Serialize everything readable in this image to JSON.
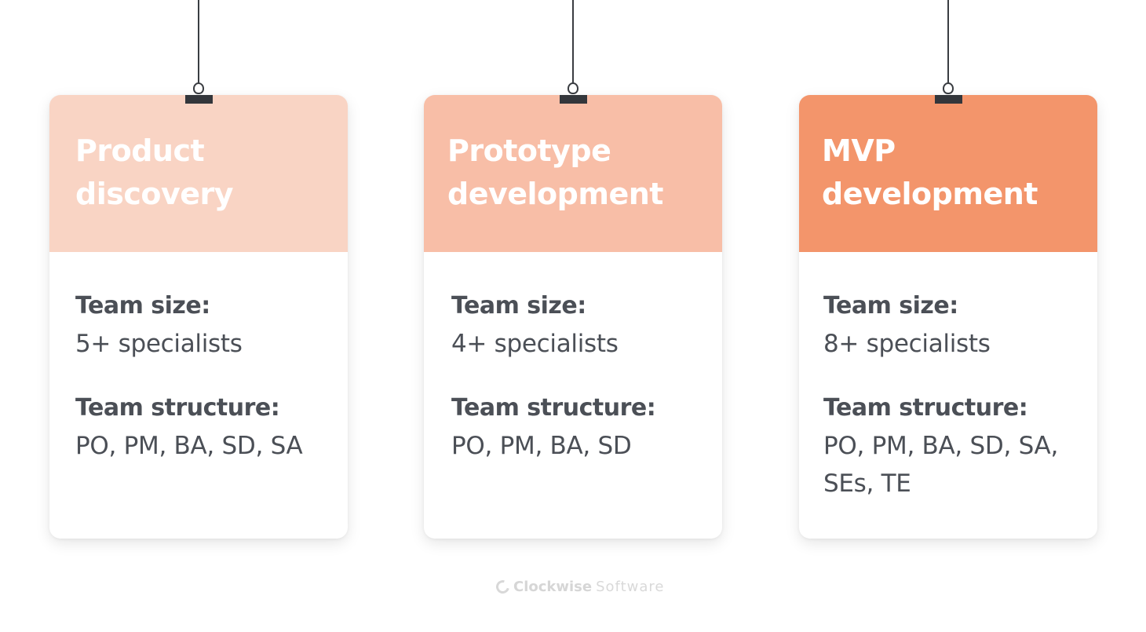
{
  "cards": [
    {
      "title": "Product\ndiscovery",
      "header_color": "#f9d4c4",
      "team_size_label": "Team size:",
      "team_size_value": "5+ specialists",
      "team_structure_label": "Team structure:",
      "team_structure_value": "PO, PM, BA, SD, SA"
    },
    {
      "title": "Prototype\ndevelopment",
      "header_color": "#f8bea7",
      "team_size_label": "Team size:",
      "team_size_value": "4+ specialists",
      "team_structure_label": "Team structure:",
      "team_structure_value": "PO, PM, BA, SD"
    },
    {
      "title": "MVP\ndevelopment",
      "header_color": "#f3956b",
      "team_size_label": "Team size:",
      "team_size_value": "8+ specialists",
      "team_structure_label": "Team structure:",
      "team_structure_value": "PO, PM, BA, SD, SA,\nSEs, TE"
    }
  ],
  "footer": {
    "logo_icon": "clockwise-logo-icon",
    "brand_bold": "Clockwise",
    "brand_light": "Software"
  }
}
